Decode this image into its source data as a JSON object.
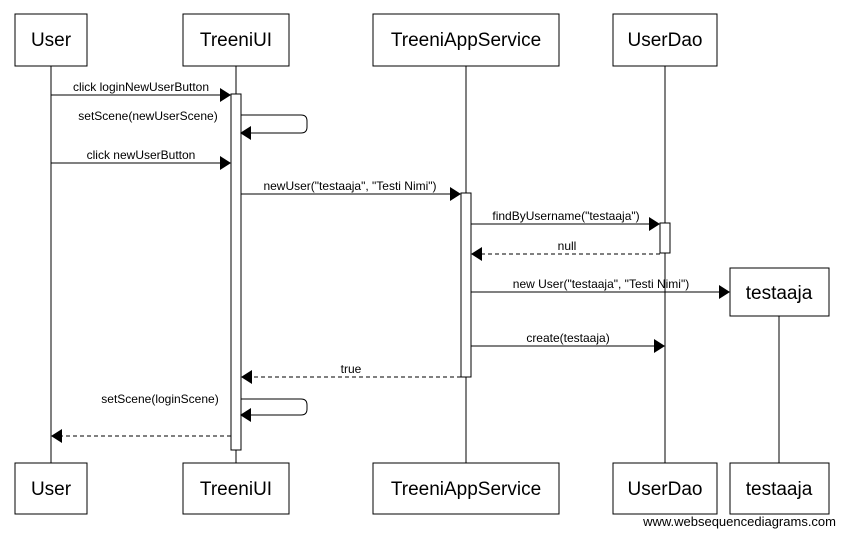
{
  "participants": {
    "user": "User",
    "treeniui": "TreeniUI",
    "service": "TreeniAppService",
    "userdao": "UserDao",
    "testaaja": "testaaja"
  },
  "messages": {
    "m1": "click loginNewUserButton",
    "m2": "setScene(newUserScene)",
    "m3": "click newUserButton",
    "m4": "newUser(\"testaaja\", \"Testi Nimi\")",
    "m5": "findByUsername(\"testaaja\")",
    "m6": "null",
    "m7": "new User(\"testaaja\", \"Testi Nimi\")",
    "m8": "create(testaaja)",
    "m9": "true",
    "m10": "setScene(loginScene)"
  },
  "watermark": "www.websequencediagrams.com",
  "colors": {
    "stroke": "#000000",
    "background": "#ffffff"
  }
}
